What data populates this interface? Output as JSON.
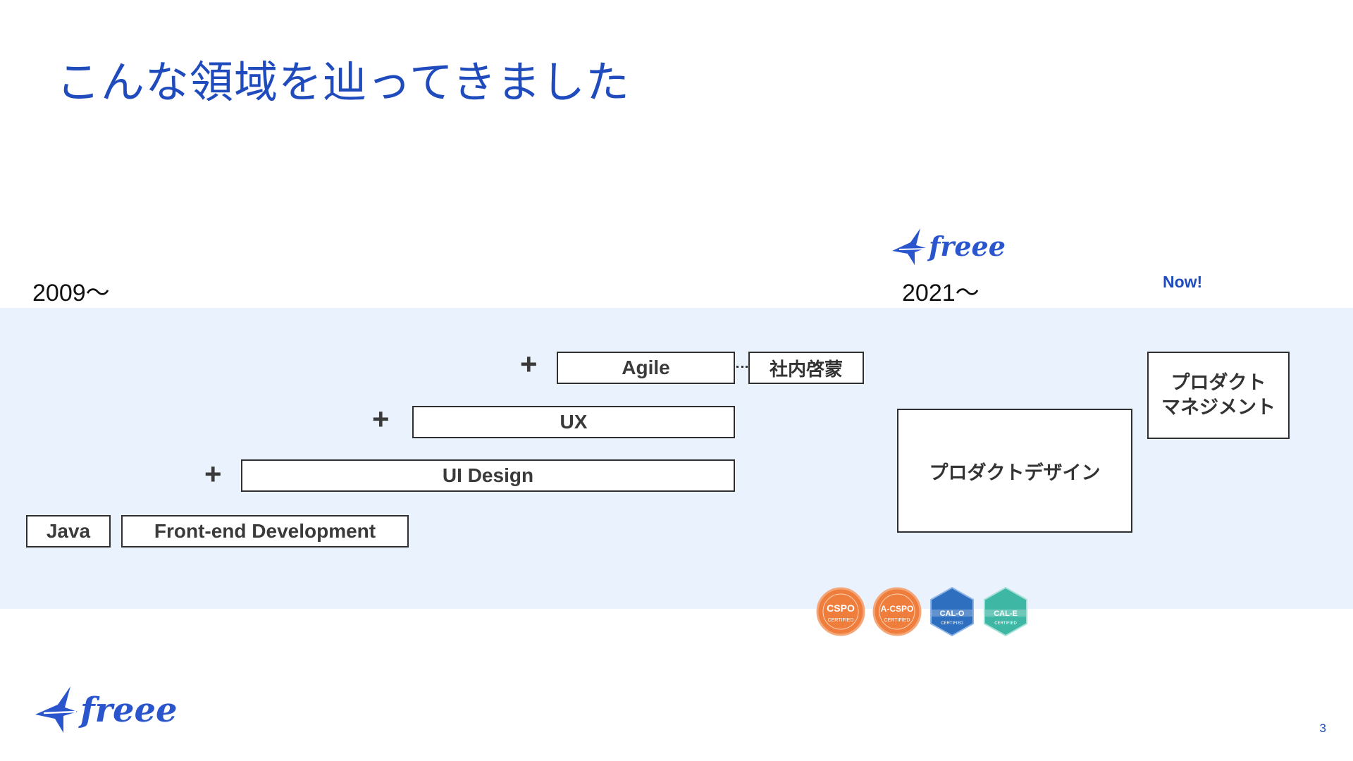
{
  "slide": {
    "title": "こんな領域を辿ってきました",
    "page_number": "3"
  },
  "timeline": {
    "start_year": "2009〜",
    "freee_year": "2021〜",
    "now_label": "Now!"
  },
  "skills": {
    "java": "Java",
    "frontend": "Front-end Development",
    "ui_design": "UI Design",
    "ux": "UX",
    "agile": "Agile",
    "internal_evangelism": "社内啓蒙",
    "product_design": "プロダクトデザイン",
    "product_management_line1": "プロダクト",
    "product_management_line2": "マネジメント",
    "plus": "+"
  },
  "brand": {
    "logo_text": "freee",
    "color": "#2a55cc"
  },
  "certifications": [
    {
      "code": "CSPO",
      "sub": "CERTIFIED",
      "color": "#ef7d3c",
      "icon": "cspo-badge-icon"
    },
    {
      "code": "A-CSPO",
      "sub": "CERTIFIED",
      "color": "#ef7d3c",
      "icon": "a-cspo-badge-icon"
    },
    {
      "code": "CAL-O",
      "sub": "CERTIFIED",
      "color": "#2f6fbf",
      "icon": "cal-o-badge-icon"
    },
    {
      "code": "CAL-E",
      "sub": "CERTIFIED",
      "color": "#3fb7a5",
      "icon": "cal-e-badge-icon"
    }
  ],
  "colors": {
    "title": "#1f4bbd",
    "band": "#eaf2fd",
    "box_border": "#2f2f2f"
  }
}
